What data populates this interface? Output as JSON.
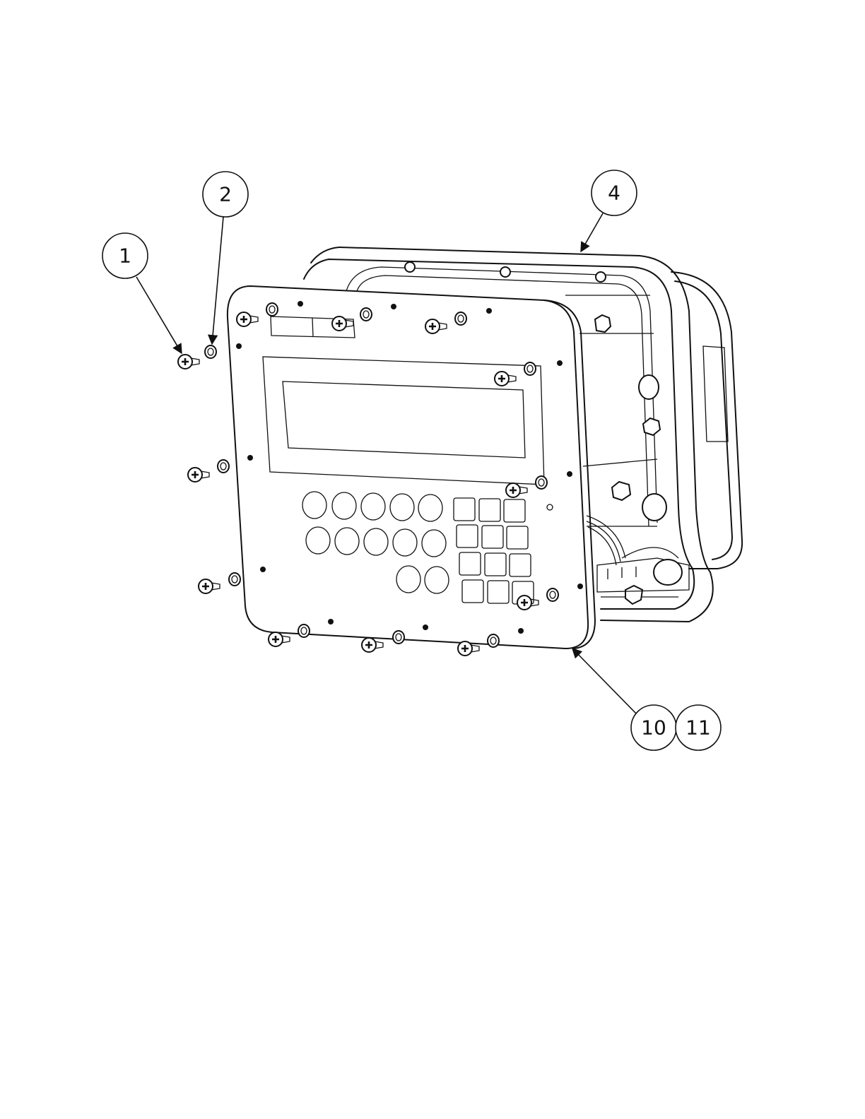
{
  "callouts": {
    "c1": "1",
    "c2": "2",
    "c4": "4",
    "c10": "10",
    "c11": "11"
  }
}
